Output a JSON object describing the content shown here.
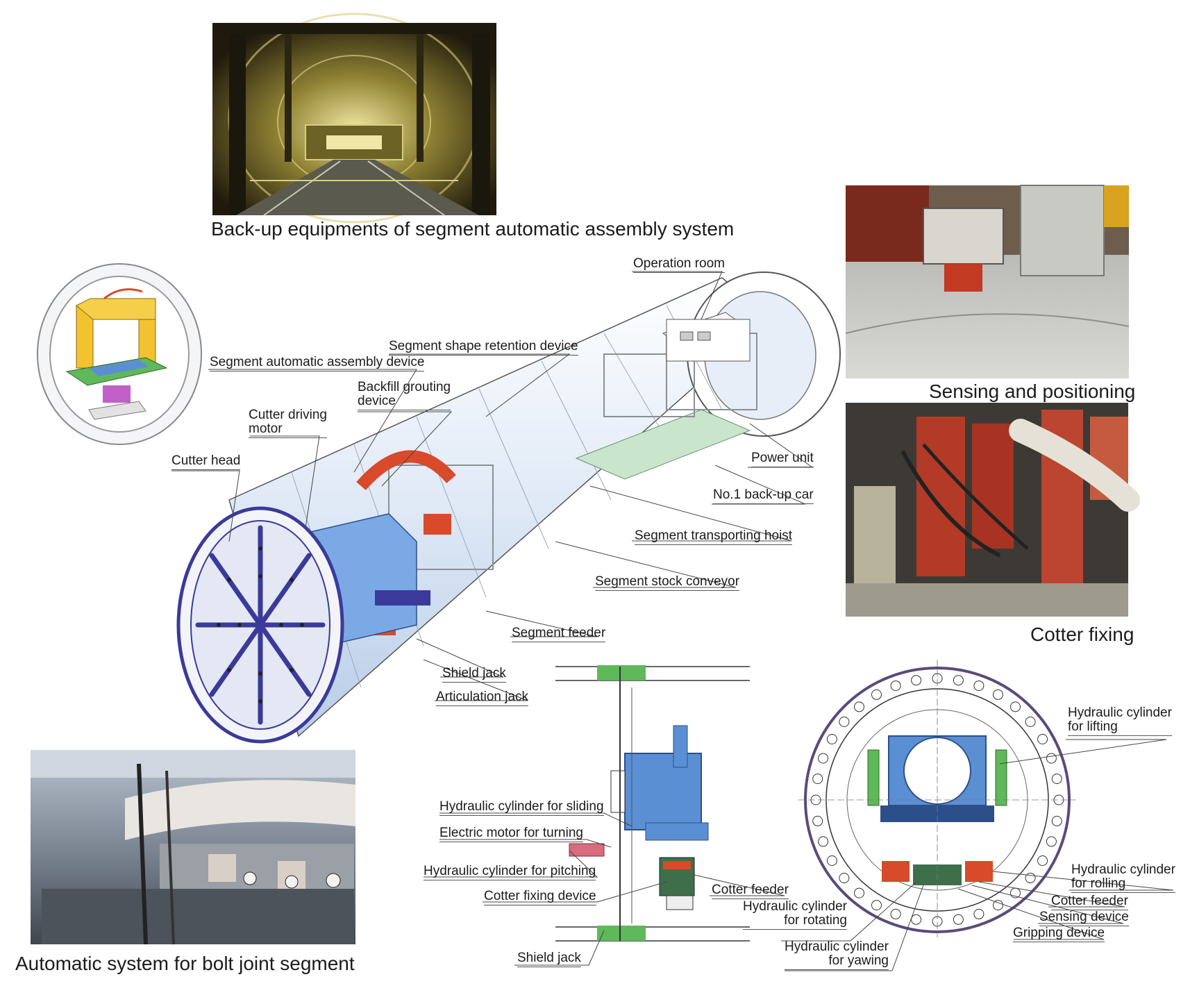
{
  "captions": {
    "backup": "Back-up equipments of segment automatic assembly system",
    "sensing": "Sensing and positioning",
    "cotter": "Cotter fixing",
    "bolt": "Automatic system for bolt joint segment"
  },
  "machine_labels": {
    "operation_room": "Operation room",
    "shape_retention": "Segment shape retention device",
    "assembly_device": "Segment automatic assembly device",
    "backfill_line1": "Backfill grouting",
    "backfill_line2": "device",
    "cutter_motor_line1": "Cutter driving",
    "cutter_motor_line2": "motor",
    "cutter_head": "Cutter head",
    "power_unit": "Power unit",
    "backup_car": "No.1 back-up car",
    "transport_hoist": "Segment transporting hoist",
    "stock_conveyor": "Segment stock conveyor",
    "feeder": "Segment feeder",
    "shield_jack": "Shield jack",
    "articulation_jack": "Articulation jack"
  },
  "side_labels": {
    "sliding": "Hydraulic cylinder for sliding",
    "turning": "Electric motor for turning",
    "pitching": "Hydraulic cylinder for pitching",
    "cotter_fixing": "Cotter fixing device",
    "cotter_feeder": "Cotter feeder",
    "shield_jack": "Shield jack"
  },
  "front_labels": {
    "lifting_line1": "Hydraulic cylinder",
    "lifting_line2": "for lifting",
    "rolling_line1": "Hydraulic cylinder",
    "rolling_line2": "for rolling",
    "cotter_feeder": "Cotter feeder",
    "sensing": "Sensing device",
    "gripping": "Gripping device",
    "rotating_line1": "Hydraulic cylinder",
    "rotating_line2": "for rotating",
    "yawing_line1": "Hydraulic cylinder",
    "yawing_line2": "for yawing"
  },
  "colors": {
    "machine_blue": "#5b8fd4",
    "cutter_purple": "#3b3a9a",
    "frame_red": "#d94a2a",
    "accent_green": "#5fb85a",
    "assembly_yellow": "#f2c230"
  }
}
